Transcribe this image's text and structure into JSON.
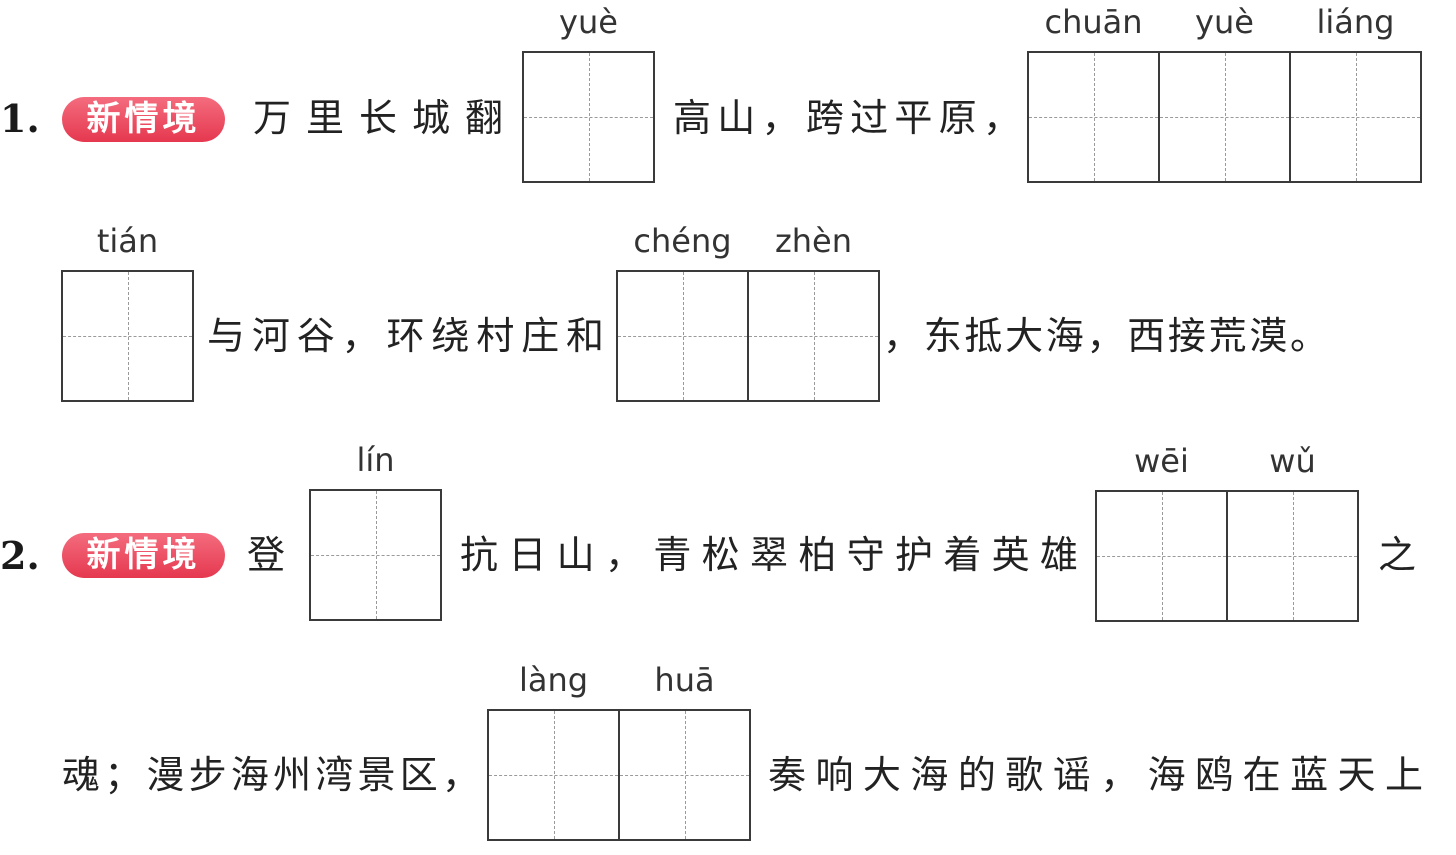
{
  "colors": {
    "badge": "#e5384f",
    "text": "#222222",
    "grid_border": "#3a3a3a",
    "grid_guides": "#9a9a9a"
  },
  "questions": [
    {
      "number": "1.",
      "badge": "新情境",
      "segments": [
        {
          "text": "万里长城翻"
        },
        {
          "pinyin": [
            "yuè"
          ]
        },
        {
          "text": "高山，跨过平原，"
        },
        {
          "pinyin": [
            "chuān",
            "yuè",
            "liáng"
          ]
        },
        {
          "pinyin": [
            "tián"
          ]
        },
        {
          "text": "与河谷，环绕村庄和"
        },
        {
          "pinyin": [
            "chéng",
            "zhèn"
          ]
        },
        {
          "text": "，东抵大海，西接荒漠。"
        }
      ]
    },
    {
      "number": "2.",
      "badge": "新情境",
      "segments": [
        {
          "text": "登"
        },
        {
          "pinyin": [
            "lín"
          ]
        },
        {
          "text": "抗日山，青松翠柏守护着英雄"
        },
        {
          "pinyin": [
            "wēi",
            "wǔ"
          ]
        },
        {
          "text": "之"
        },
        {
          "text": "魂；漫步海州湾景区，"
        },
        {
          "pinyin": [
            "làng",
            "huā"
          ]
        },
        {
          "text": "奏响大海的歌谣，海鸥在蓝天上"
        }
      ]
    }
  ]
}
